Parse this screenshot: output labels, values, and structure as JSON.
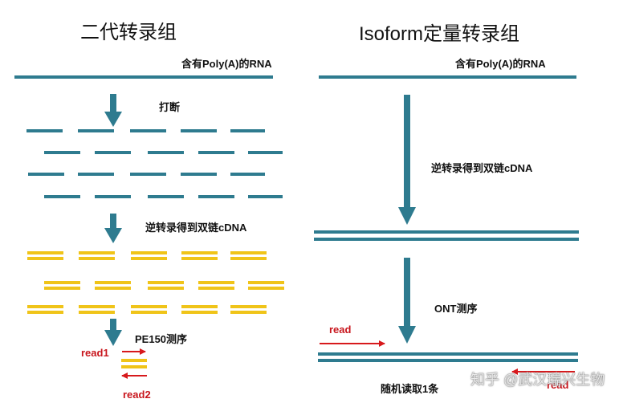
{
  "left": {
    "title": "二代转录组",
    "step_rna": "含有Poly(A)的RNA",
    "step_fragment": "打断",
    "step_reverse": "逆转录得到双链cDNA",
    "step_seq": "PE150测序",
    "read1": "read1",
    "read2": "read2"
  },
  "right": {
    "title": "Isoform定量转录组",
    "step_rna": "含有Poly(A)的RNA",
    "step_reverse": "逆转录得到双链cDNA",
    "step_seq": "ONT测序",
    "read_left": "read",
    "read_right": "read",
    "step_random": "随机读取1条"
  },
  "watermark": "知乎 @武汉瑞兴生物",
  "colors": {
    "rna": "#2e7b8f",
    "cdna": "#f0c419",
    "read": "#d7191c",
    "text": "#111111"
  }
}
